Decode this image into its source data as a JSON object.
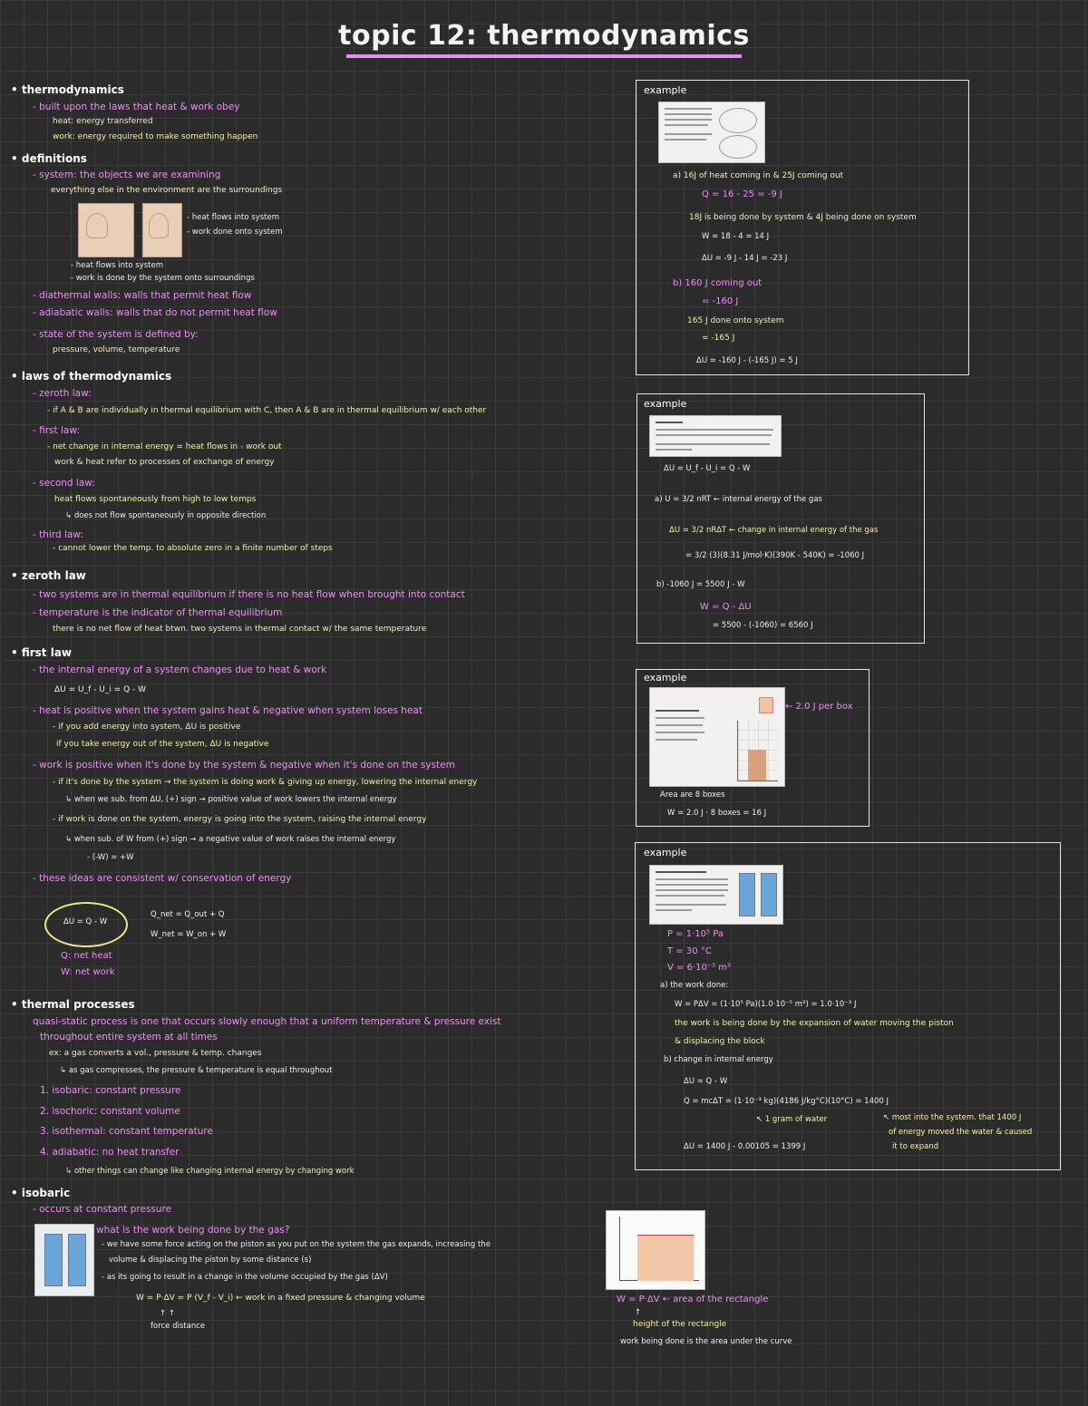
{
  "title": "topic 12: thermodynamics",
  "left": {
    "thermo_head": "• thermodynamics",
    "thermo_1": "- built upon the laws that heat & work obey",
    "thermo_2": "heat: energy transferred",
    "thermo_3": "work: energy required to make something happen",
    "def_head": "• definitions",
    "def_1": "- system: the objects we are examining",
    "def_2": "everything else in the environment are the surroundings",
    "def_fig_r1": "- heat flows into system",
    "def_fig_r2": "- work done onto system",
    "def_fig_b1": "- heat flows into system",
    "def_fig_b2": "- work is done by the system onto surroundings",
    "def_3": "- diathermal walls: walls that permit heat flow",
    "def_4": "- adiabatic walls: walls that do not permit heat flow",
    "def_5": "- state of the system is defined by:",
    "def_6": "pressure, volume, temperature",
    "laws_head": "• laws of thermodynamics",
    "laws_1": "- zeroth law:",
    "laws_2": "- if A & B are individually in thermal equilibrium with C, then A & B are in thermal equilibrium w/ each other",
    "laws_3": "- first law:",
    "laws_4": "- net change in internal energy = heat flows in - work out",
    "laws_5": "work & heat refer to processes of exchange of energy",
    "laws_6": "- second law:",
    "laws_7": "heat flows spontaneously from high to low temps",
    "laws_8": "↳ does not flow spontaneously in opposite direction",
    "laws_9": "- third law:",
    "laws_10": "- cannot lower the temp. to absolute zero in a finite number of steps",
    "zeroth_head": "• zeroth law",
    "zeroth_1": "- two systems are in thermal equilibrium if there is no heat flow when brought into contact",
    "zeroth_2": "- temperature is the indicator of thermal equilibrium",
    "zeroth_3": "there is no net flow of heat btwn. two systems in thermal contact w/ the same temperature",
    "first_head": "• first law",
    "first_1": "- the internal energy of a system changes due to heat & work",
    "first_2": "ΔU = U_f - U_i = Q - W",
    "first_3": "- heat is positive when the system gains heat & negative when system loses heat",
    "first_4": "- if you add energy into system, ΔU is positive",
    "first_5": "if you take energy out of the system, ΔU is negative",
    "first_6": "- work is positive when it's done by the system & negative when it's done on the system",
    "first_7": "- if it's done by the system → the system is doing work & giving up energy, lowering the internal energy",
    "first_8": "↳ when we sub. from ΔU, (+) sign → positive value of work lowers the internal energy",
    "first_9": "- if work is done on the system, energy is going into the system, raising the internal energy",
    "first_10": "↳ when sub. of W from (+) sign → a negative value of work raises the internal energy",
    "first_11": "- (-W) = +W",
    "first_12": "- these ideas are consistent w/ conservation of energy",
    "first_ellipse": "ΔU = Q - W",
    "first_13": "Q_net = Q_out + Q",
    "first_14": "W_net = W_on + W",
    "first_15": "Q: net heat",
    "first_16": "W: net work",
    "thermal_head": "• thermal processes",
    "thermal_1": "quasi-static process is one that occurs slowly enough that a uniform temperature & pressure exist",
    "thermal_2": "throughout entire system at all times",
    "thermal_3": "ex: a gas converts a vol., pressure & temp. changes",
    "thermal_4": "↳ as gas compresses, the pressure & temperature is equal throughout",
    "thermal_5": "1. isobaric: constant pressure",
    "thermal_6": "2. isochoric: constant volume",
    "thermal_7": "3. isothermal: constant temperature",
    "thermal_8": "4. adiabatic: no heat transfer",
    "thermal_9": "↳ other things can change like changing internal energy by changing work",
    "isobaric_head": "• isobaric",
    "isobaric_1": "- occurs at constant pressure",
    "isobaric_2": "what is the work being done by the gas?",
    "isobaric_3": "- we have some force acting on the piston as you put on the system the gas expands, increasing the",
    "isobaric_4": "volume & displacing the piston by some distance (s)",
    "isobaric_5": "- as its going to result in a change in the volume occupied by the gas (ΔV)",
    "isobaric_6": "W = P·ΔV = P (V_f - V_i) ← work in a fixed pressure & changing volume",
    "isobaric_7": "↑        ↑",
    "isobaric_8": "force   distance",
    "isobaric_r1": "W = P·ΔV ← area of the rectangle",
    "isobaric_r2": "↑",
    "isobaric_r3": "height of the rectangle",
    "isobaric_r4": "work being done is the area under the curve"
  },
  "examples": {
    "ex1": {
      "label": "example",
      "l1": "a) 16J of heat coming in & 25J coming out",
      "l2": "Q = 16 - 25 = -9 J",
      "l3": "18J is being done by system & 4J being done on system",
      "l4": "W = 18 - 4 = 14 J",
      "l5": "ΔU = -9 J - 14 J = -23 J",
      "l6": "b) 160 J coming out",
      "l7": "= -160 J",
      "l8": "165 J done onto system",
      "l9": "= -165 J",
      "l10": "ΔU = -160 J - (-165 J) = 5 J"
    },
    "ex2": {
      "label": "example",
      "l1": "ΔU = U_f - U_i = Q - W",
      "l2": "a) U = 3/2 nRT ← internal energy of the gas",
      "l3": "ΔU = 3/2 nRΔT ← change in internal energy of the gas",
      "l4": "= 3/2 (3)(8.31 J/mol·K)(390K - 540K) = -1060 J",
      "l5": "b) -1060 J = 5500 J - W",
      "l6": "W = Q - ΔU",
      "l7": "= 5500 - (-1060) = 6560 J"
    },
    "ex3": {
      "label": "example",
      "note": "← 2.0 J per box",
      "l1": "Area are 8 boxes",
      "l2": "W = 2.0 J · 8 boxes = 16 J"
    },
    "ex4": {
      "label": "example",
      "l1": "P = 1·10⁵ Pa",
      "l2": "T = 30 °C",
      "l3": "V = 6·10⁻⁵ m³",
      "l4": "a) the work done:",
      "l5": "W = PΔV = (1·10⁵ Pa)(1.0·10⁻⁵ m³) = 1.0·10⁻³ J",
      "l6": "the work is being done by the expansion of water moving the piston",
      "l7": "& displacing the block",
      "l8": "b) change in internal energy",
      "l9": "ΔU = Q - W",
      "l10": "Q = mcΔT = (1·10⁻³ kg)(4186 J/kg°C)(10°C) = 1400 J",
      "l11": "↖ 1 gram of water",
      "l12": "↖ most into the system. that 1400 J",
      "l13": "of energy moved the water & caused",
      "l14": "it to expand",
      "l15": "ΔU = 1400 J - 0.00105 = 1399 J"
    }
  }
}
